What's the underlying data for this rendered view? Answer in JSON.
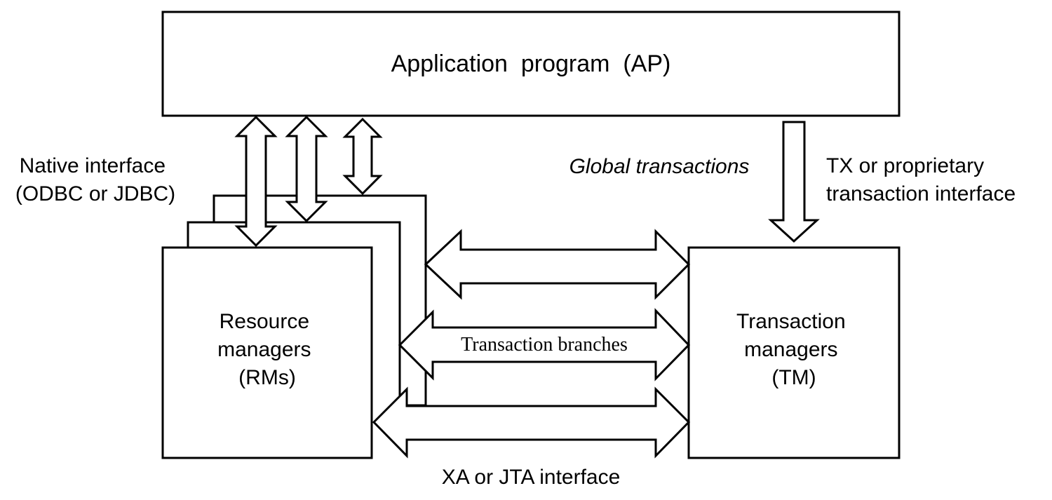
{
  "ap_box": {
    "label": "Application  program  (AP)"
  },
  "rm_box": {
    "lines": [
      "Resource",
      "managers",
      "(RMs)"
    ]
  },
  "tm_box": {
    "lines": [
      "Transaction",
      "managers",
      "(TM)"
    ]
  },
  "native_interface": {
    "lines": [
      "Native interface",
      "(ODBC or JDBC)"
    ]
  },
  "global_transactions": {
    "label": "Global transactions"
  },
  "tx_interface": {
    "lines": [
      "TX or proprietary",
      "transaction interface"
    ]
  },
  "transaction_branches": {
    "label": "Transaction branches"
  },
  "xa_interface": {
    "label": "XA or JTA interface"
  }
}
